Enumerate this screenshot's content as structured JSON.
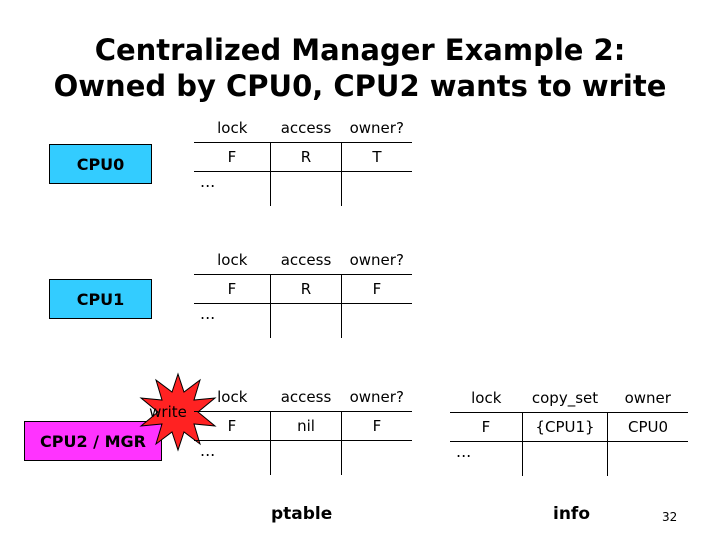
{
  "title": {
    "line1": "Centralized Manager Example 2:",
    "line2": "Owned by CPU0, CPU2 wants to write"
  },
  "cpu0": {
    "label": "CPU0",
    "color": "#33ccff",
    "table": {
      "headers": [
        "lock",
        "access",
        "owner?"
      ],
      "row": [
        "F",
        "R",
        "T"
      ],
      "dots": "..."
    }
  },
  "cpu1": {
    "label": "CPU1",
    "color": "#33ccff",
    "table": {
      "headers": [
        "lock",
        "access",
        "owner?"
      ],
      "row": [
        "F",
        "R",
        "F"
      ],
      "dots": "..."
    }
  },
  "cpu2": {
    "label": "CPU2 / MGR",
    "color": "#ff33ff",
    "burst_label": "write",
    "burst_color": "#ff2222",
    "ptable": {
      "headers": [
        "lock",
        "access",
        "owner?"
      ],
      "row": [
        "F",
        "nil",
        "F"
      ],
      "dots": "..."
    },
    "info": {
      "headers": [
        "lock",
        "copy_set",
        "owner"
      ],
      "row": [
        "F",
        "{CPU1}",
        "CPU0"
      ],
      "dots": "..."
    }
  },
  "labels": {
    "ptable": "ptable",
    "info": "info"
  },
  "page_number": "32"
}
